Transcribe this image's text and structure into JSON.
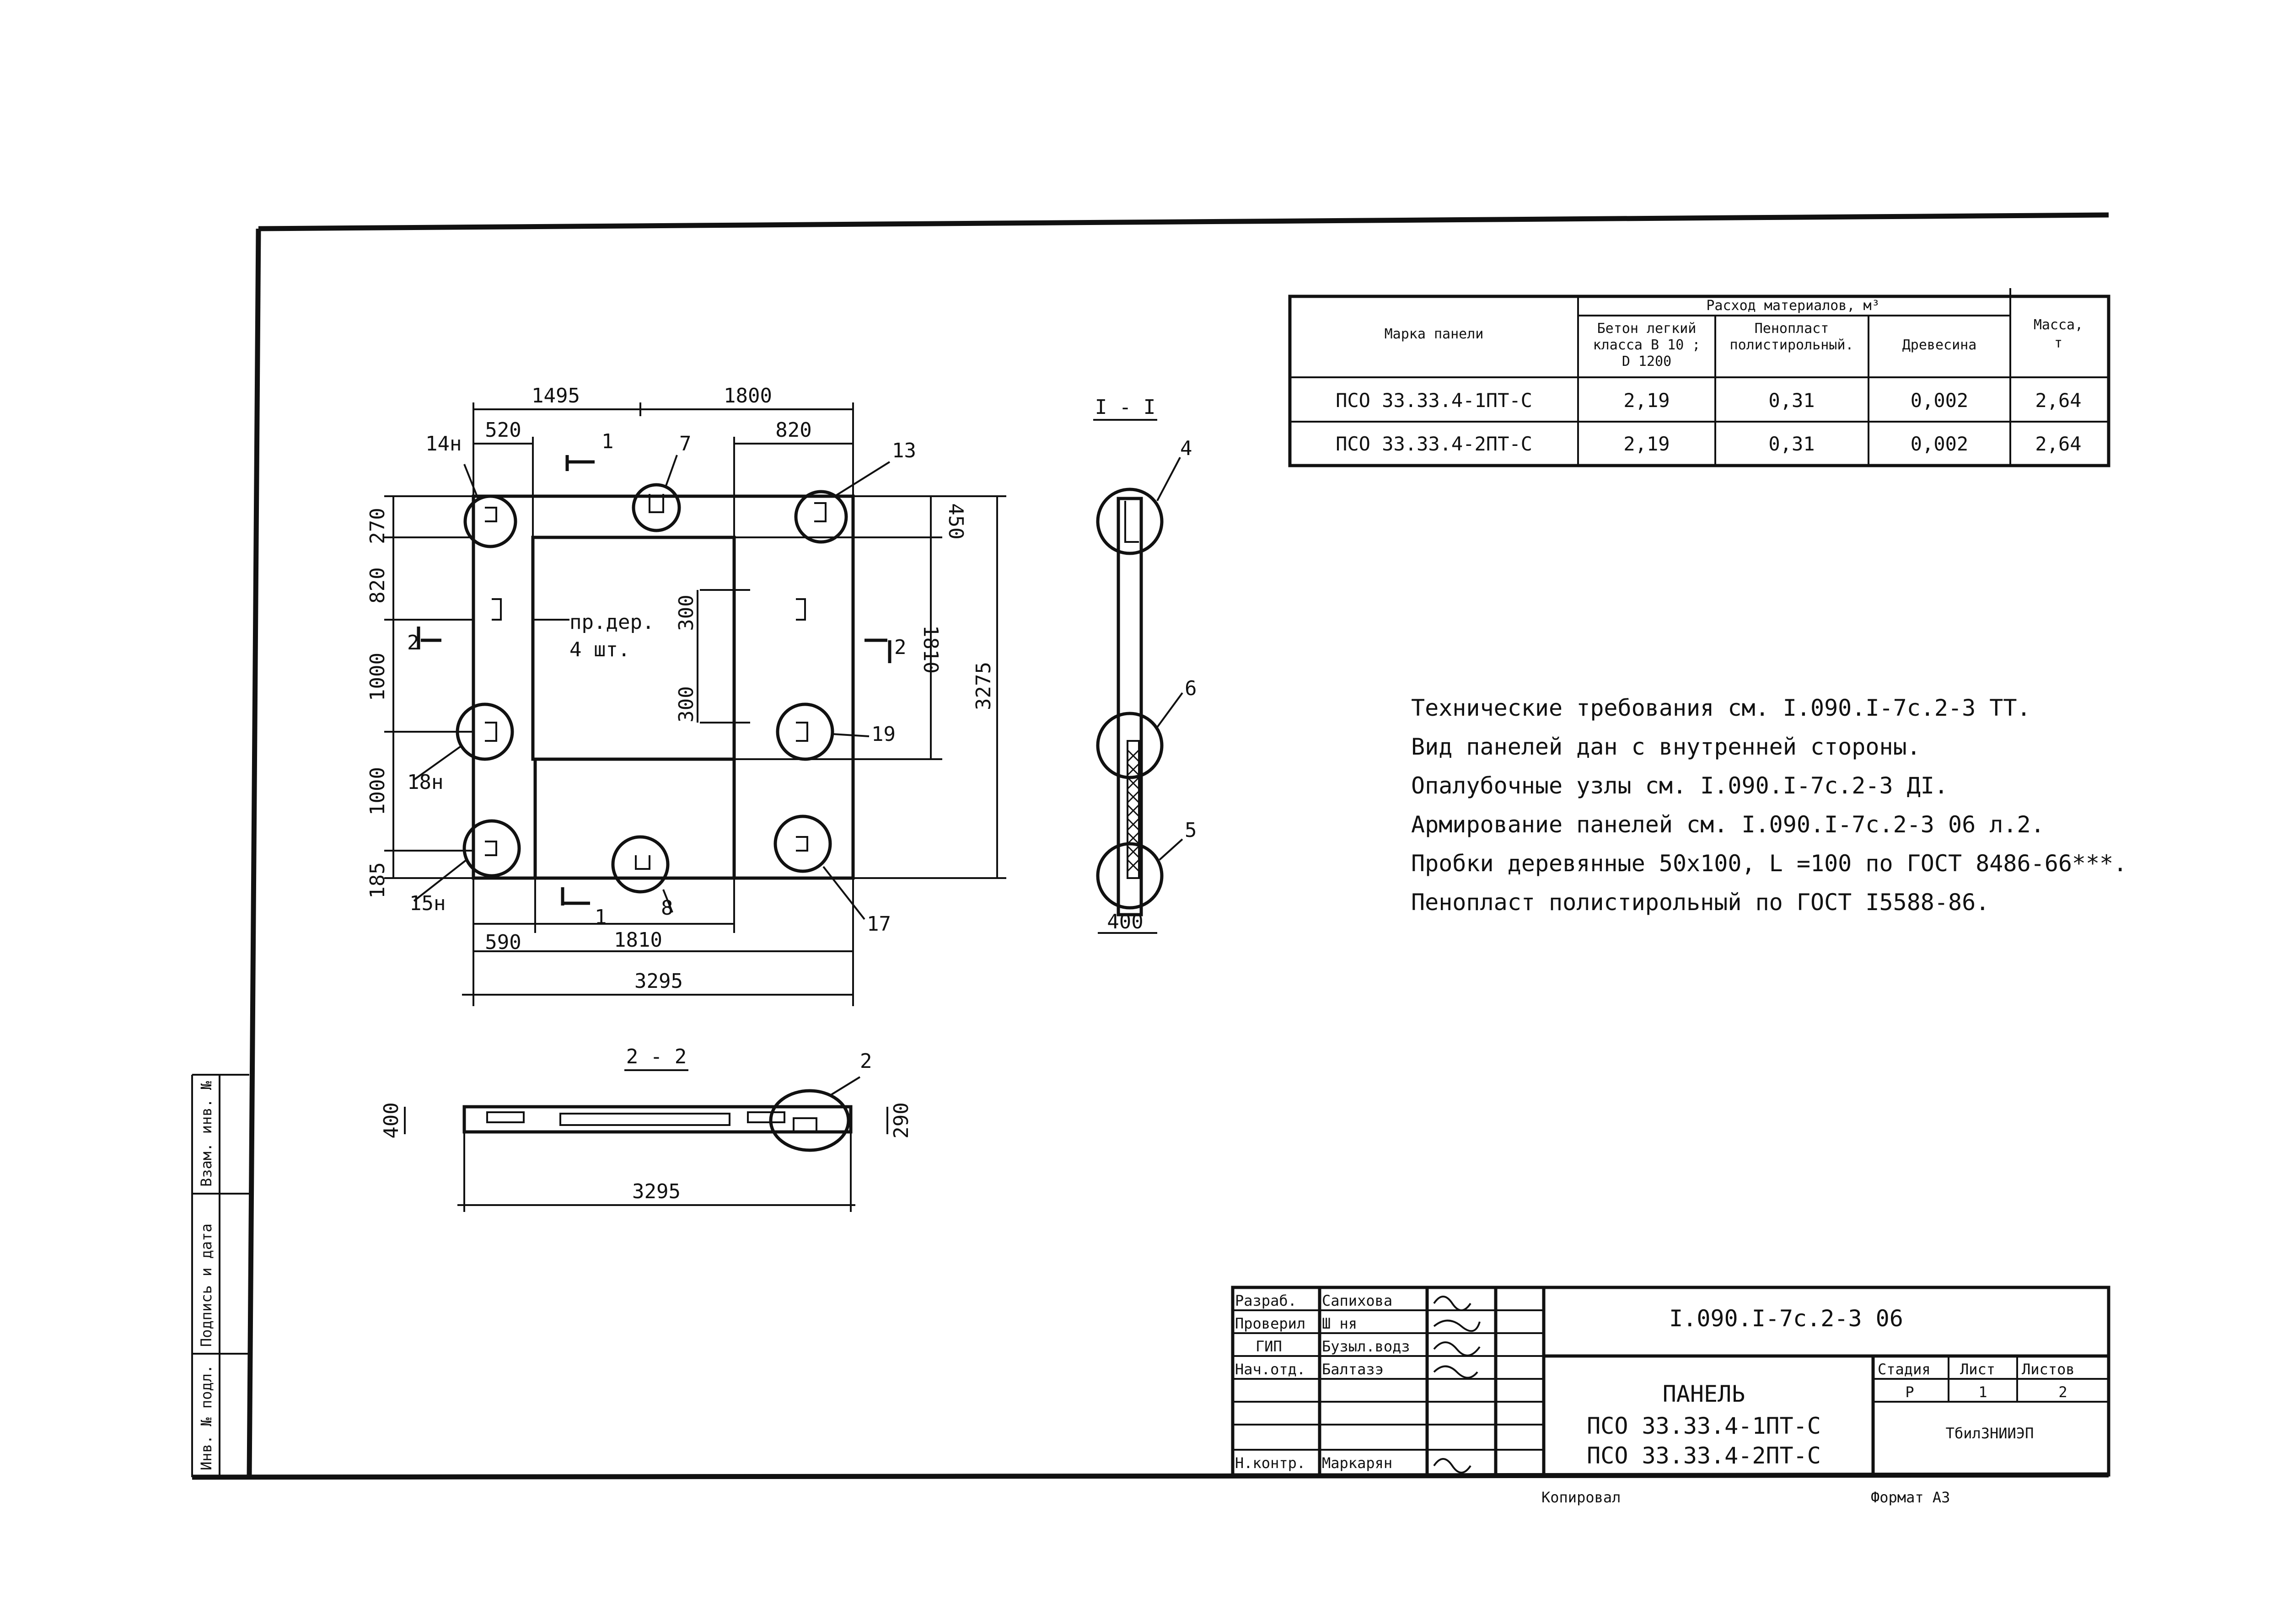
{
  "materials_table": {
    "header_group": "Расход материалов, м³",
    "col_mark": "Марка панели",
    "col_concrete": [
      "Бетон легкий",
      "класса В 10 ;",
      "D 1200"
    ],
    "col_foam": [
      "Пенопласт",
      "полистирольный."
    ],
    "col_wood": "Древесина",
    "col_mass": [
      "Масса,",
      "т"
    ],
    "rows": [
      {
        "mark": "ПСО 33.33.4-1ПТ-С",
        "concrete": "2,19",
        "foam": "0,31",
        "wood": "0,002",
        "mass": "2,64"
      },
      {
        "mark": "ПСО 33.33.4-2ПТ-С",
        "concrete": "2,19",
        "foam": "0,31",
        "wood": "0,002",
        "mass": "2,64"
      }
    ]
  },
  "notes": [
    "Технические требования см. I.090.I-7с.2-3 ТТ.",
    "Вид панелей дан с внутренней стороны.",
    "Опалубочные узлы см. I.090.I-7с.2-3 ДI.",
    "Армирование панелей см. I.090.I-7с.2-3 06 л.2.",
    "Пробки деревянные 50x100, L =100 по ГОСТ 8486-66***.",
    "Пенопласт полистирольный по ГОСТ I5588-86."
  ],
  "plan": {
    "dims_top": [
      "1495",
      "1800"
    ],
    "dims_top2": [
      "520",
      "820"
    ],
    "dims_left": [
      "270",
      "820",
      "1000",
      "1000",
      "185"
    ],
    "dims_right": [
      "450",
      "1810",
      "3275"
    ],
    "dims_inner": [
      "300",
      "300"
    ],
    "dims_bottom": [
      "590",
      "1810"
    ],
    "overall": "3295",
    "note_plugs": [
      "пр.дер.",
      "4 шт."
    ],
    "node_labels": [
      "14н",
      "7",
      "13",
      "19",
      "18н",
      "15н",
      "8",
      "17"
    ],
    "section_marks": [
      "1",
      "1",
      "2",
      "2"
    ]
  },
  "section11": {
    "title": "I - I",
    "dims": [
      "400"
    ],
    "nodes": [
      "4",
      "6",
      "5"
    ]
  },
  "section22": {
    "title": "2 - 2",
    "dims": [
      "400",
      "290",
      "3295"
    ],
    "nodes": [
      "2"
    ]
  },
  "stamp": {
    "roles": [
      "Разраб.",
      "Проверил",
      "ГИП",
      "Нач.отд.",
      "",
      "",
      "Н.контр."
    ],
    "names": [
      "Сапихова",
      "Ш    ня",
      "Бузыл.водз",
      "Балтазэ",
      "",
      "",
      "Маркарян"
    ],
    "doc_code": "I.090.I-7с.2-3 06",
    "title_lines": [
      "ПАНЕЛЬ",
      "ПСО 33.33.4-1ПТ-С",
      "ПСО 33.33.4-2ПТ-С"
    ],
    "stage_label": "Стадия",
    "sheet_label": "Лист",
    "sheets_label": "Листов",
    "stage": "Р",
    "sheet": "1",
    "sheets": "2",
    "org": "ТбилЗНИИЭП",
    "copied": "Копировал",
    "format": "Формат А3"
  },
  "side_stamp": [
    "Инв. № подл.",
    "Подпись и дата",
    "Взам. инв. №"
  ]
}
